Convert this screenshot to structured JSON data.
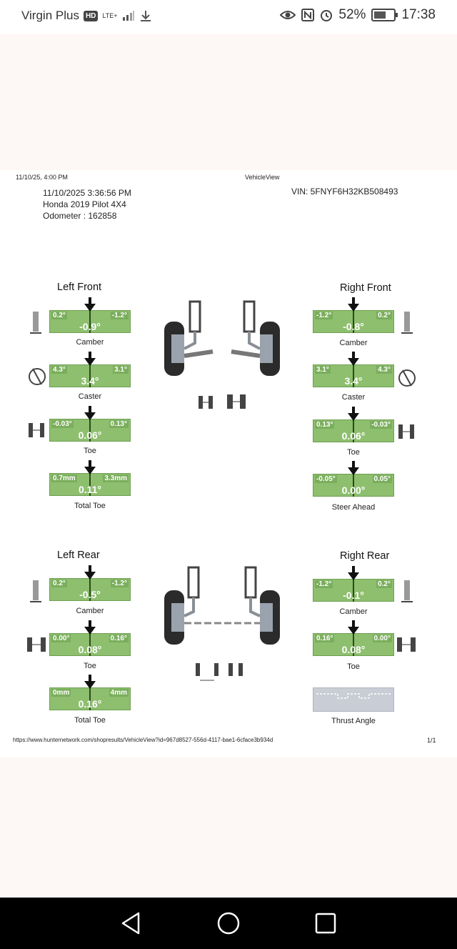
{
  "status_bar": {
    "carrier": "Virgin Plus",
    "hd_badge": "HD",
    "network": "LTE+",
    "battery": "52%",
    "battery_level": 0.52,
    "time": "17:38"
  },
  "document": {
    "print_timestamp": "11/10/25, 4:00 PM",
    "page_title": "VehicleView",
    "datetime": "11/10/2025 3:36:56 PM",
    "vehicle": "Honda 2019 Pilot 4X4",
    "odometer": "Odometer : 162858",
    "vin": "VIN: 5FNYF6H32KB508493",
    "url": "https://www.hunternetwork.com/shopresults/VehicleView?id=967d8527-556d-4117-bae1-6cface3b934d",
    "page_number": "1/1"
  },
  "left_front": {
    "title": "Left Front",
    "camber": {
      "left": "0.2°",
      "right": "-1.2°",
      "value": "-0.9°",
      "label": "Camber"
    },
    "caster": {
      "left": "4.3°",
      "right": "3.1°",
      "value": "3.4°",
      "label": "Caster"
    },
    "toe": {
      "left": "-0.03°",
      "right": "0.13°",
      "value": "0.06°",
      "label": "Toe"
    },
    "total_toe": {
      "left": "0.7mm",
      "right": "3.3mm",
      "value": "0.11°",
      "label": "Total Toe"
    }
  },
  "right_front": {
    "title": "Right Front",
    "camber": {
      "left": "-1.2°",
      "right": "0.2°",
      "value": "-0.8°",
      "label": "Camber"
    },
    "caster": {
      "left": "3.1°",
      "right": "4.3°",
      "value": "3.4°",
      "label": "Caster"
    },
    "toe": {
      "left": "0.13°",
      "right": "-0.03°",
      "value": "0.06°",
      "label": "Toe"
    },
    "steer_ahead": {
      "left": "-0.05°",
      "right": "0.05°",
      "value": "0.00°",
      "label": "Steer Ahead"
    }
  },
  "left_rear": {
    "title": "Left Rear",
    "camber": {
      "left": "0.2°",
      "right": "-1.2°",
      "value": "-0.5°",
      "label": "Camber"
    },
    "toe": {
      "left": "0.00°",
      "right": "0.16°",
      "value": "0.08°",
      "label": "Toe"
    },
    "total_toe": {
      "left": "0mm",
      "right": "4mm",
      "value": "0.16°",
      "label": "Total Toe"
    }
  },
  "right_rear": {
    "title": "Right Rear",
    "camber": {
      "left": "-1.2°",
      "right": "0.2°",
      "value": "-0.1°",
      "label": "Camber"
    },
    "toe": {
      "left": "0.16°",
      "right": "0.00°",
      "value": "0.08°",
      "label": "Toe"
    },
    "thrust_angle": {
      "label": "Thrust Angle"
    }
  },
  "colors": {
    "in_spec_green": "#8dbf6e",
    "thrust_gray": "#c9cdd6"
  }
}
